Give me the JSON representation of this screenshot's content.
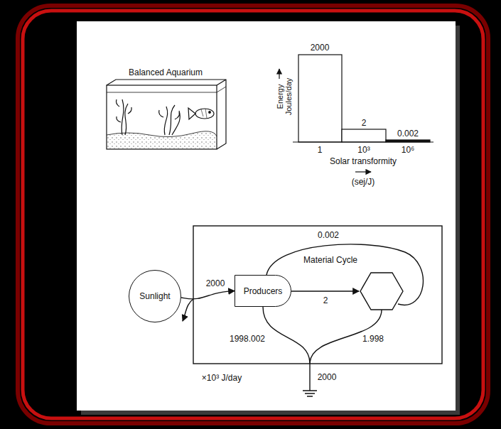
{
  "diagram": {
    "nodes": [
      {
        "text": [
          "Sunlight"
        ]
      },
      {
        "text": [
          "Producers"
        ]
      }
    ],
    "edges": [
      {
        "from": 0,
        "to": 1,
        "arrow": "to",
        "label": "2000"
      }
    ],
    "labels": [
      "Balanced Aquarium",
      "Energy Joules/day",
      "2000",
      "2",
      "0.002",
      "1",
      "10³",
      "10⁶",
      "Solar transformity",
      "(sej/J)",
      "Material Cycle",
      "0.002",
      "2",
      "1998.002",
      "1.998",
      "2000",
      "×10³ J/day"
    ]
  }
}
